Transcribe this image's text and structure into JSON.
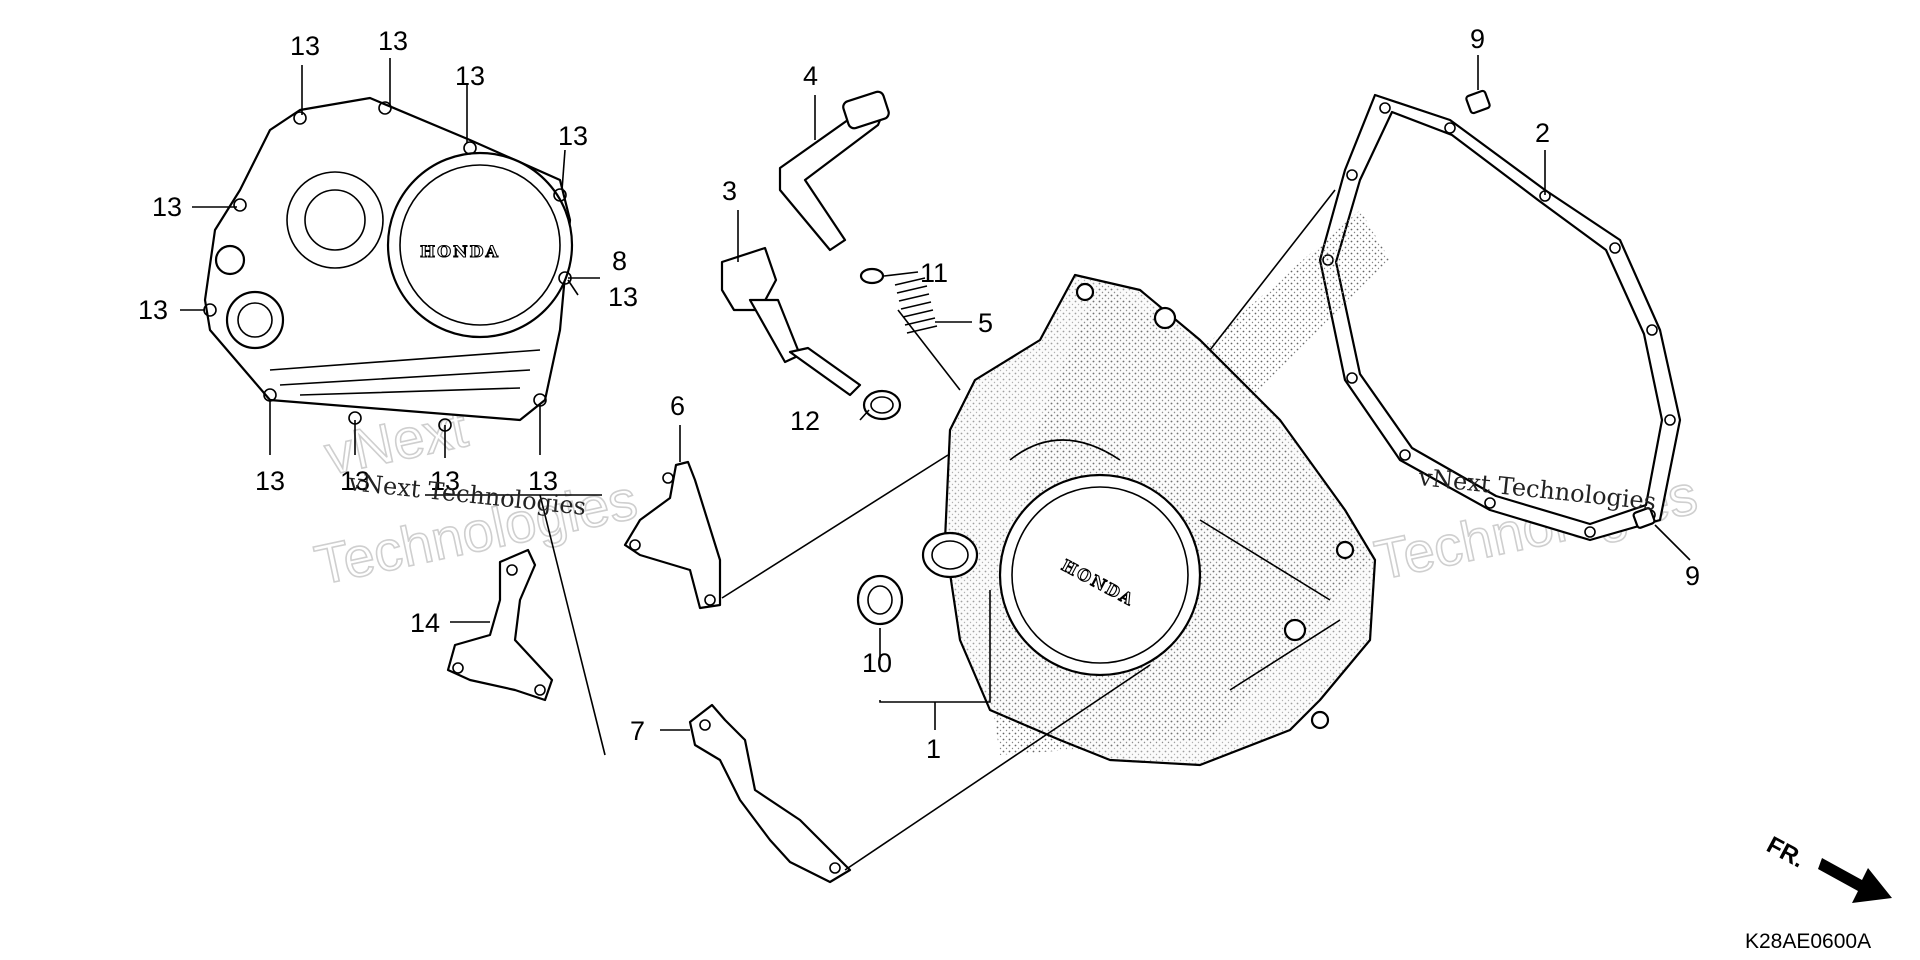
{
  "diagram": {
    "callouts": {
      "part_1": "1",
      "part_2": "2",
      "part_3": "3",
      "part_4": "4",
      "part_5": "5",
      "part_6": "6",
      "part_7": "7",
      "part_8": "8",
      "part_9a": "9",
      "part_9b": "9",
      "part_10": "10",
      "part_11": "11",
      "part_12": "12",
      "part_13": "13",
      "part_14": "14"
    },
    "emboss_brand": "HONDA",
    "watermark_script": "vNext",
    "watermark_word": "Technologies",
    "watermark_line": "vNext Technologies",
    "direction_label": "FR.",
    "diagram_code": "K28AE0600A"
  }
}
